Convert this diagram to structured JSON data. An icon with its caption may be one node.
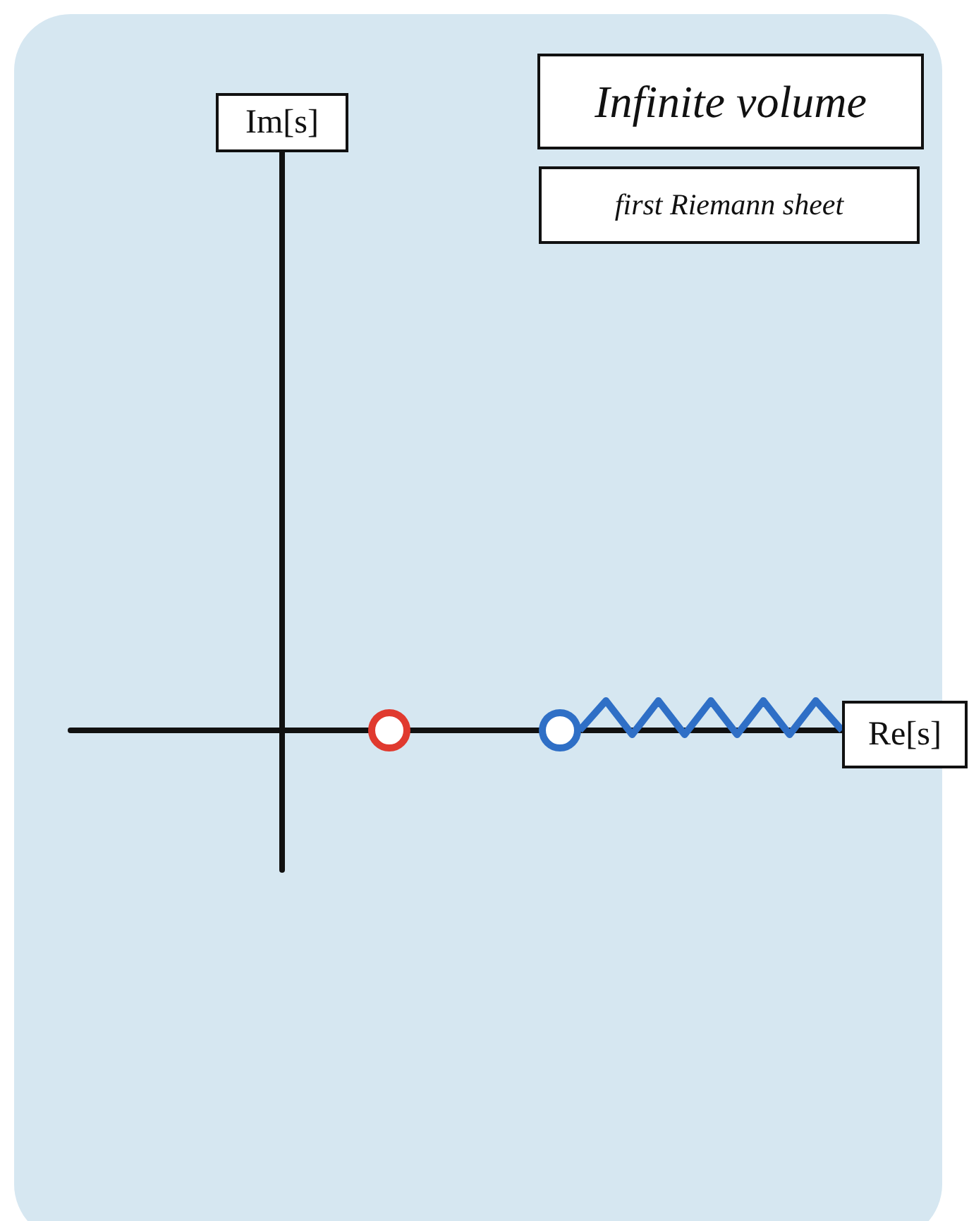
{
  "diagram": {
    "nodes": [
      {
        "text": [
          "Infinite volume"
        ]
      },
      {
        "text": [
          "first Riemann sheet"
        ]
      },
      {
        "text": [
          "Im[s]"
        ]
      },
      {
        "text": [
          "Re[s]"
        ]
      },
      {
        "text": [],
        "shape": "circle"
      },
      {
        "text": [],
        "shape": "circle"
      }
    ],
    "edges": [
      {
        "from": 5,
        "to": 3,
        "arrow": "none",
        "color": "#2f6fc6"
      }
    ]
  }
}
